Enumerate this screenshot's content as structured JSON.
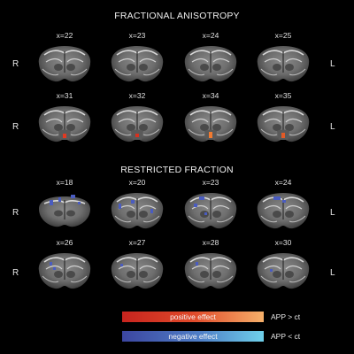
{
  "sections": [
    {
      "title": "FRACTIONAL ANISOTROPY",
      "rows": [
        {
          "left": "R",
          "right": "L",
          "slices": [
            "x=22",
            "x=23",
            "x=24",
            "x=25"
          ]
        },
        {
          "left": "R",
          "right": "L",
          "slices": [
            "x=31",
            "x=32",
            "x=34",
            "x=35"
          ]
        }
      ]
    },
    {
      "title": "RESTRICTED FRACTION",
      "rows": [
        {
          "left": "R",
          "right": "L",
          "slices": [
            "x=18",
            "x=20",
            "x=23",
            "x=24"
          ]
        },
        {
          "left": "R",
          "right": "L",
          "slices": [
            "x=26",
            "x=27",
            "x=28",
            "x=30"
          ]
        }
      ]
    }
  ],
  "legend": {
    "positive": {
      "bar_text": "positive effect",
      "label": "APP > ct"
    },
    "negative": {
      "bar_text": "negative effect",
      "label": "APP < ct"
    }
  },
  "colors": {
    "background": "#000000",
    "positive_effect": "#e03a22",
    "negative_effect": "#4a60c0"
  }
}
